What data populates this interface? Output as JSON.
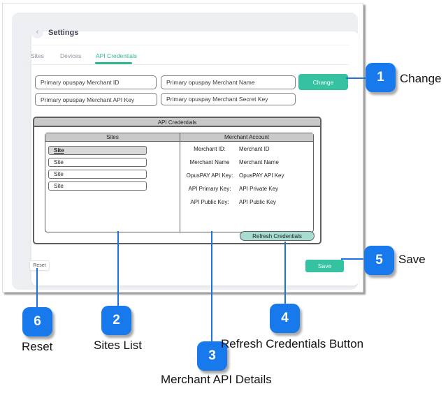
{
  "colors": {
    "accent_teal": "#35c2a1",
    "tab_active_teal": "#2cb694",
    "badge_blue": "#1779eb",
    "line_blue": "#1b74dd",
    "panel_header_gray": "#c9c9c9",
    "page_bg": "#edeff2"
  },
  "header": {
    "title": "Settings",
    "back_icon": "‹"
  },
  "tabs": [
    {
      "label": "Sites"
    },
    {
      "label": "Devices"
    },
    {
      "label": "API Credentials"
    }
  ],
  "form": {
    "merchant_id_placeholder": "Primary opuspay Merchant ID",
    "merchant_name_placeholder": "Primary opuspay Merchant Name",
    "merchant_api_key_placeholder": "Primary opuspay Merchant API Key",
    "merchant_secret_key_placeholder": "Primary opuspay Merchant Secret Key",
    "change_label": "Change",
    "save_label": "Save",
    "reset_label": "Reset"
  },
  "credentials": {
    "title": "API Credentials",
    "sites_header": "Sites",
    "sites": [
      "Site",
      "Site",
      "Site",
      "Site"
    ],
    "merchant_header": "Merchant Account",
    "fields": [
      {
        "label": "Merchant ID:",
        "value": "Merchant ID"
      },
      {
        "label": "Merchant Name",
        "value": "Merchant Name"
      },
      {
        "label": "OpusPAY API Key:",
        "value": "OpusPAY API Key"
      },
      {
        "label": "API Primary Key:",
        "value": "API Private Key"
      },
      {
        "label": "API Public Key:",
        "value": "API Public Key"
      }
    ],
    "refresh_label": "Refresh Credentials"
  },
  "callouts": [
    {
      "number": "1",
      "label": "Change"
    },
    {
      "number": "2",
      "label": "Sites List"
    },
    {
      "number": "3",
      "label": "Merchant API Details"
    },
    {
      "number": "4",
      "label": "Refresh Credentials Button"
    },
    {
      "number": "5",
      "label": "Save"
    },
    {
      "number": "6",
      "label": "Reset"
    }
  ]
}
